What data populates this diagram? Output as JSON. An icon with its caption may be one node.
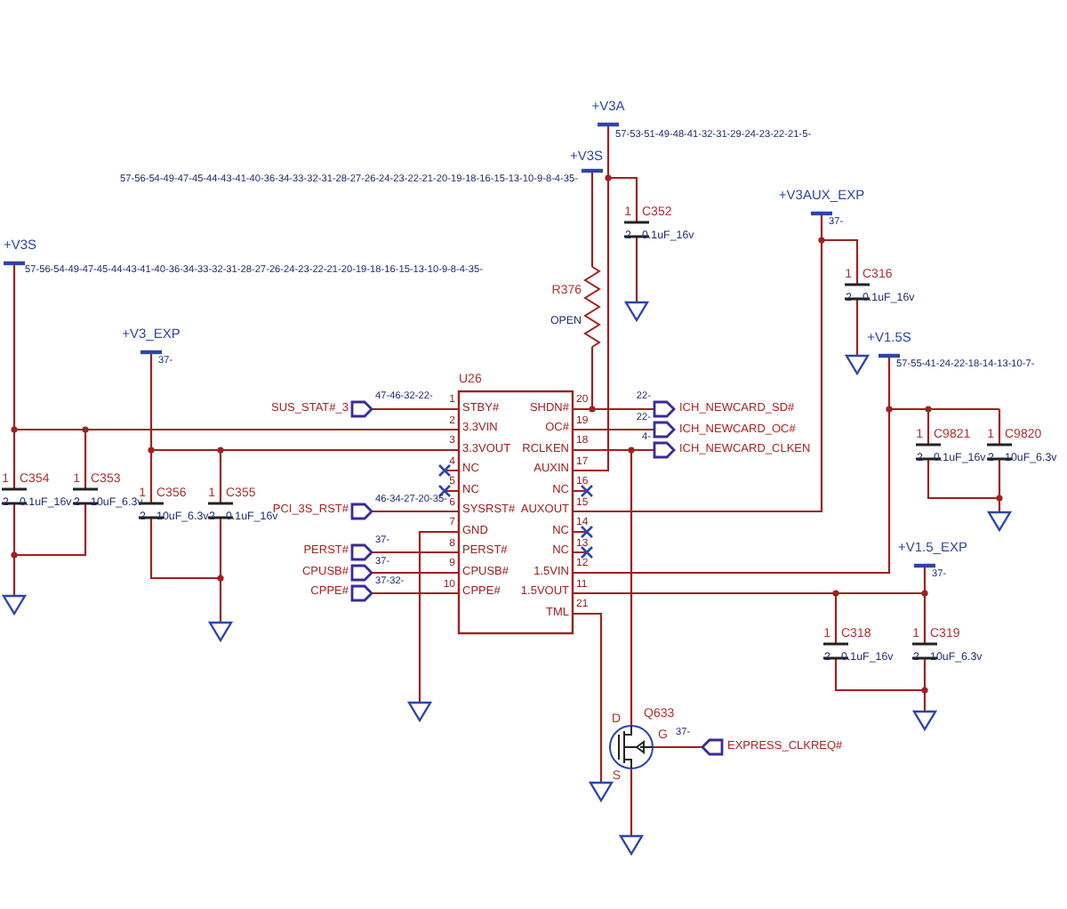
{
  "diagram": {
    "labels": [
      "+V3A",
      "57-53-51-49-48-41-32-31-29-24-23-22-21-5-",
      "+V3S",
      "57-56-54-49-47-45-44-43-41-40-36-34-33-32-31-28-27-26-24-23-22-21-20-19-18-16-15-13-10-9-8-4-35-",
      "+V3AUX_EXP",
      "37-",
      "1",
      "C352",
      "2",
      "0.1uF_16v",
      "+V3S",
      "57-56-54-49-47-45-44-43-41-40-36-34-33-32-31-28-27-26-24-23-22-21-20-19-18-16-15-13-10-9-8-4-35-",
      "R376",
      "OPEN",
      "1",
      "C316",
      "2",
      "0.1uF_16v",
      "+V1.5S",
      "57-55-41-24-22-18-14-13-10-7-",
      "+V3_EXP",
      "37-",
      "U26",
      "SUS_STAT#_3",
      "47-46-32-22-",
      "ICH_NEWCARD_SD#",
      "22-",
      "ICH_NEWCARD_OC#",
      "22-",
      "ICH_NEWCARD_CLKEN",
      "4-",
      "1",
      "2",
      "3",
      "4",
      "5",
      "6",
      "7",
      "8",
      "9",
      "10",
      "20",
      "19",
      "18",
      "17",
      "16",
      "15",
      "14",
      "13",
      "12",
      "11",
      "21",
      "1",
      "C354",
      "2",
      "0.1uF_16v",
      "1",
      "C353",
      "2",
      "10uF_6.3v",
      "1",
      "C356",
      "2",
      "10uF_6.3v",
      "1",
      "C355",
      "2",
      "0.1uF_16v",
      "1",
      "C9821",
      "2",
      "0.1uF_16v",
      "1",
      "C9820",
      "2",
      "10uF_6.3v",
      "PCI_3S_RST#",
      "46-34-27-20-35-",
      "PERST#",
      "37-",
      "CPUSB#",
      "37-",
      "CPPE#",
      "37-32-",
      "+V1.5_EXP",
      "37-",
      "1",
      "C318",
      "2",
      "0.1uF_16v",
      "1",
      "C319",
      "2",
      "10uF_6.3v",
      "D",
      "Q633",
      "G",
      "S",
      "37-",
      "EXPRESS_CLKREQ#",
      "STBY#",
      "SHDN#",
      "3.3VIN",
      "OC#",
      "3.3VOUT",
      "RCLKEN",
      "NC",
      "AUXIN",
      "NC",
      "NC",
      "SYSRST#",
      "AUXOUT",
      "GND",
      "NC",
      "PERST#",
      "NC",
      "CPUSB#",
      "1.5VIN",
      "CPPE#",
      "1.5VOUT",
      "TML"
    ]
  }
}
